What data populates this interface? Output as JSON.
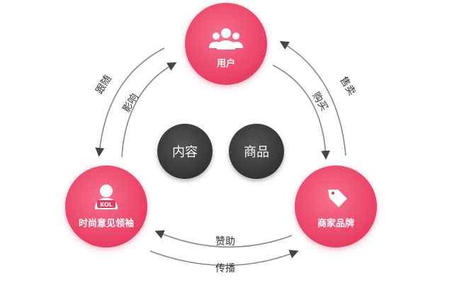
{
  "colors": {
    "node_fill": "#ee4a6c",
    "node_fill_light": "#f7708c",
    "center_fill": "#3f3f3f",
    "arc_stroke": "#888888",
    "text_dark": "#333333"
  },
  "nodes": {
    "user": {
      "label": "用户",
      "icon": "users-group-icon"
    },
    "kol": {
      "label": "时尚意见领袖",
      "icon": "kol-person-icon",
      "badge": "KOL"
    },
    "brand": {
      "label": "商家品牌",
      "icon": "price-tag-icon"
    }
  },
  "center": {
    "content": "内容",
    "goods": "商品"
  },
  "arcs": {
    "left_outer": "跟随",
    "left_inner": "影响",
    "right_outer": "售卖",
    "right_inner": "购买",
    "bottom_inner": "赞助",
    "bottom_outer": "传播"
  }
}
